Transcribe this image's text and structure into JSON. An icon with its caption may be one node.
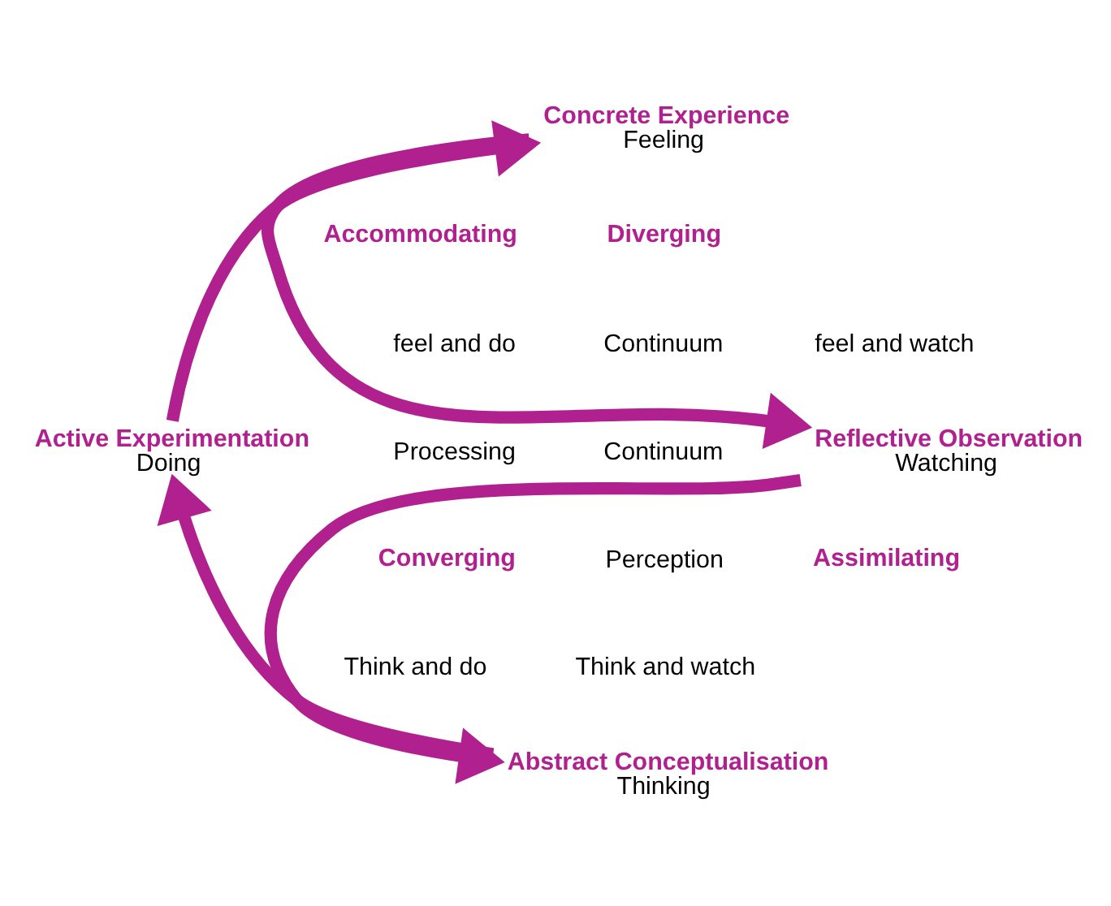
{
  "diagram": {
    "nodes": [
      {
        "text": [
          "Concrete Experience",
          "Feeling"
        ]
      },
      {
        "text": [
          "Reflective Observation",
          "Watching"
        ]
      },
      {
        "text": [
          "Abstract Conceptualisation",
          "Thinking"
        ]
      },
      {
        "text": [
          "Active Experimentation",
          "Doing"
        ]
      }
    ],
    "edges": [
      {
        "from": 0,
        "to": 1,
        "arrow": "to"
      },
      {
        "from": 1,
        "to": 2,
        "arrow": "to"
      },
      {
        "from": 2,
        "to": 3,
        "arrow": "to"
      },
      {
        "from": 3,
        "to": 0,
        "arrow": "to"
      }
    ],
    "labels": [
      "Accommodating",
      "feel and do",
      "Diverging",
      "feel and watch",
      "Continuum",
      "Processing",
      "Continuum",
      "Converging",
      "Think and do",
      "Perception",
      "Assimilating",
      "Think and watch"
    ]
  }
}
